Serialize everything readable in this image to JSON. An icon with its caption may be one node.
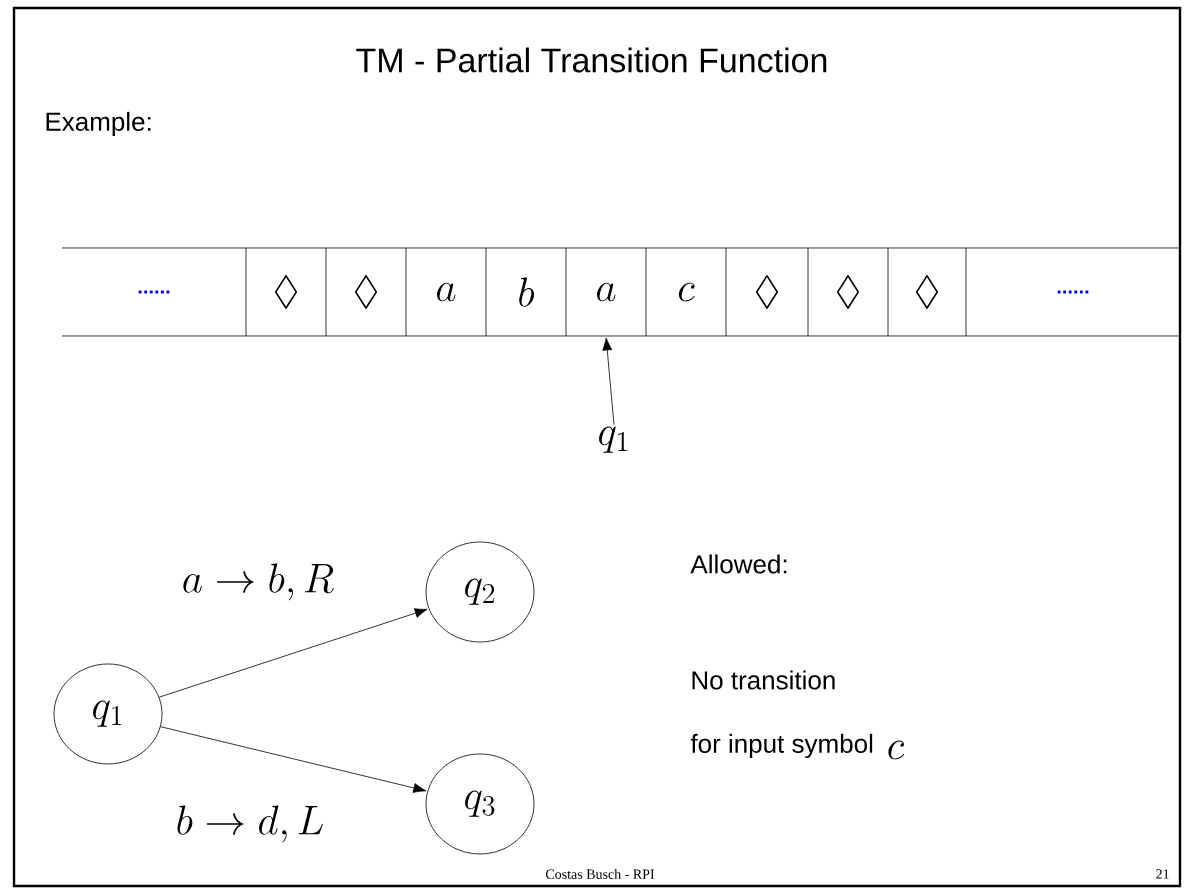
{
  "diagram": {
    "title": "TM - Partial Transition Function",
    "nodes": [
      {
        "text": [
          "......"
        ]
      },
      {
        "text": [
          "\\lozenge"
        ]
      },
      {
        "text": [
          "\\lozenge"
        ]
      },
      {
        "text": [
          "a"
        ]
      },
      {
        "text": [
          "b"
        ]
      },
      {
        "text": [
          "a"
        ]
      },
      {
        "text": [
          "c"
        ]
      },
      {
        "text": [
          "\\lozenge"
        ]
      },
      {
        "text": [
          "\\lozenge"
        ]
      },
      {
        "text": [
          "\\lozenge"
        ]
      },
      {
        "text": [
          "......"
        ]
      },
      {
        "text": [
          "q_1"
        ]
      },
      {
        "text": [
          "q_1"
        ]
      },
      {
        "text": [
          "q_2"
        ]
      },
      {
        "text": [
          "q_3"
        ]
      }
    ],
    "edges": [
      {
        "from": 11,
        "to": 5,
        "arrow": "to"
      },
      {
        "from": 12,
        "to": 13,
        "arrow": "to",
        "label": "a \\to b, R"
      },
      {
        "from": 12,
        "to": 14,
        "arrow": "to",
        "label": "b \\to d, L"
      }
    ],
    "labels": [
      "Example:",
      "Allowed:",
      "No transition",
      "for input symbol",
      "c",
      "Costas Busch - RPI",
      "21"
    ]
  }
}
